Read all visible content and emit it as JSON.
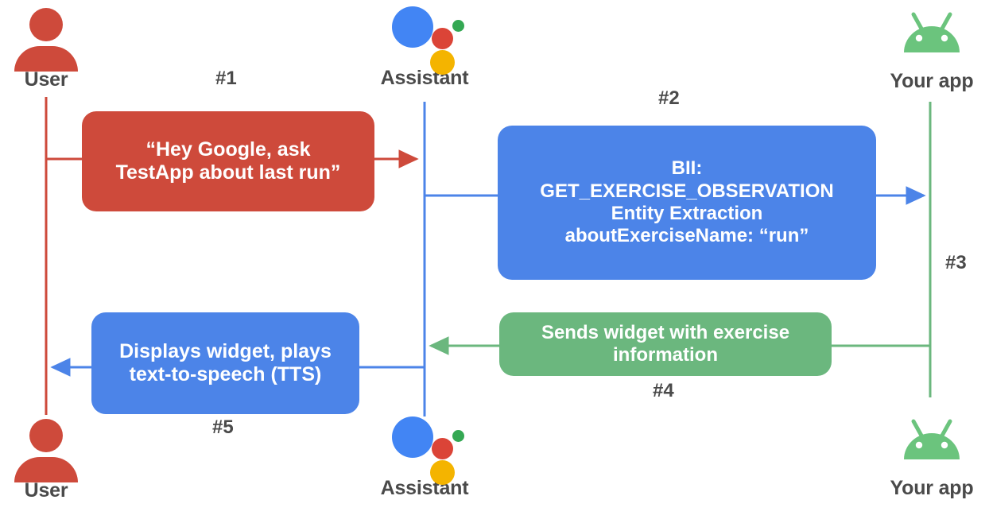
{
  "diagram": {
    "title": "App Actions conversation sequence",
    "colors": {
      "red": "#CE4A3B",
      "blue": "#4C84E8",
      "green": "#6BB77E",
      "label_gray": "#4a4a4a",
      "assistant_blue": "#4285F4",
      "assistant_red": "#DB4437",
      "assistant_green": "#34A853",
      "assistant_yellow": "#F4B400",
      "android_green": "#6BC47D",
      "white": "#FFFFFF"
    }
  },
  "actors": {
    "top": [
      {
        "id": "user",
        "label": "User",
        "icon": "person-icon"
      },
      {
        "id": "assistant",
        "label": "Assistant",
        "icon": "google-assistant-icon"
      },
      {
        "id": "app",
        "label": "Your app",
        "icon": "android-robot-icon"
      }
    ],
    "bottom": [
      {
        "id": "user",
        "label": "User",
        "icon": "person-icon"
      },
      {
        "id": "assistant",
        "label": "Assistant",
        "icon": "google-assistant-icon"
      },
      {
        "id": "app",
        "label": "Your app",
        "icon": "android-robot-icon"
      }
    ]
  },
  "steps": [
    {
      "number": "#1"
    },
    {
      "number": "#2"
    },
    {
      "number": "#3"
    },
    {
      "number": "#4"
    },
    {
      "number": "#5"
    }
  ],
  "messages": {
    "utterance": {
      "line1": "“Hey Google, ask",
      "line2": "TestApp about last run”",
      "color": "#CE4A3B",
      "step": "#1"
    },
    "bii": {
      "line1": "BII:",
      "line2": "GET_EXERCISE_OBSERVATION",
      "line3": "Entity Extraction",
      "line4": "aboutExerciseName: “run”",
      "color": "#4C84E8",
      "step": "#2"
    },
    "app_delivery": {
      "step": "#3"
    },
    "widget_response": {
      "line1": "Sends widget with exercise",
      "line2": "information",
      "color": "#6BB77E",
      "step": "#4"
    },
    "display_tts": {
      "line1": "Displays widget, plays",
      "line2": "text-to-speech (TTS)",
      "color": "#4C84E8",
      "step": "#5"
    }
  }
}
